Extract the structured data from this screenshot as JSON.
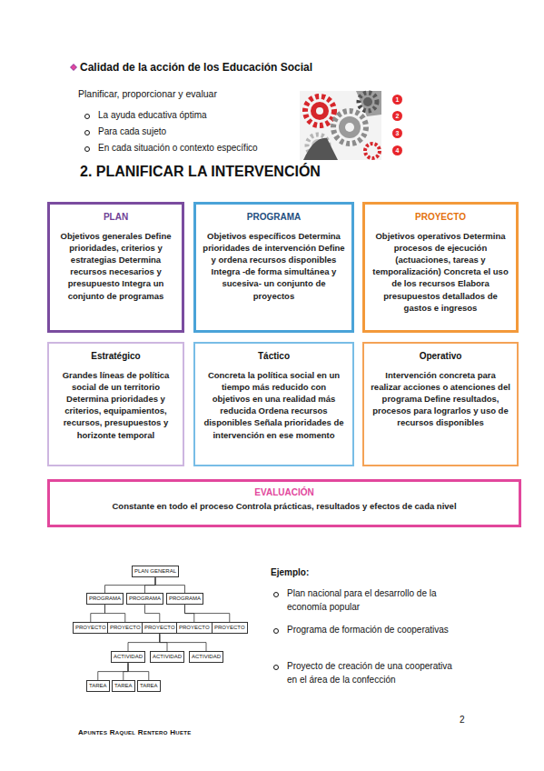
{
  "diagram": {
    "title": "2. PLANIFICAR LA INTERVENCIÓN",
    "nodes": [
      {
        "text": [
          "PLAN",
          "Objetivos generales Define prioridades, criterios y estrategias Determina recursos necesarios y presupuesto Integra un conjunto de programas"
        ]
      },
      {
        "text": [
          "PROGRAMA",
          "Objetivos específicos Determina prioridades de intervención Define y ordena recursos disponibles Integra -de forma simultánea y sucesiva- un conjunto de proyectos"
        ]
      },
      {
        "text": [
          "PROYECTO",
          "Objetivos operativos Determina procesos de ejecución (actuaciones, tareas y temporalización) Concreta el uso de los recursos Elabora presupuestos detallados de gastos e ingresos"
        ]
      },
      {
        "text": [
          "Estratégico",
          "Grandes líneas de política social de un territorio Determina prioridades y criterios, equipamientos, recursos, presupuestos y horizonte temporal"
        ]
      },
      {
        "text": [
          "Táctico",
          "Concreta la política social en un tiempo más reducido con objetivos en una realidad más reducida Ordena recursos disponibles Señala prioridades de intervención en ese momento"
        ]
      },
      {
        "text": [
          "Operativo",
          "Intervención concreta para realizar acciones o atenciones del programa Define resultados, procesos para lograrlos y uso de recursos disponibles"
        ]
      },
      {
        "text": [
          "EVALUACIÓN",
          "Constante en todo el proceso Controla prácticas, resultados y efectos de cada nivel"
        ]
      },
      {
        "text": [
          "PLAN GENERAL"
        ]
      },
      {
        "text": [
          "PROGRAMA"
        ]
      },
      {
        "text": [
          "PROGRAMA"
        ]
      },
      {
        "text": [
          "PROGRAMA"
        ]
      },
      {
        "text": [
          "PROYECTO"
        ]
      },
      {
        "text": [
          "PROYECTO"
        ]
      },
      {
        "text": [
          "PROYECTO"
        ]
      },
      {
        "text": [
          "PROYECTO"
        ]
      },
      {
        "text": [
          "PROYECTO"
        ]
      },
      {
        "text": [
          "ACTIVIDAD"
        ]
      },
      {
        "text": [
          "ACTIVIDAD"
        ]
      },
      {
        "text": [
          "ACTIVIDAD"
        ]
      },
      {
        "text": [
          "TAREA"
        ]
      },
      {
        "text": [
          "TAREA"
        ]
      },
      {
        "text": [
          "TAREA"
        ]
      }
    ],
    "edges": [
      {
        "from": 7,
        "to": 8,
        "arrow": "none"
      },
      {
        "from": 7,
        "to": 9,
        "arrow": "none"
      },
      {
        "from": 7,
        "to": 10,
        "arrow": "none"
      },
      {
        "from": 8,
        "to": 11,
        "arrow": "none"
      },
      {
        "from": 8,
        "to": 12,
        "arrow": "none"
      },
      {
        "from": 9,
        "to": 13,
        "arrow": "none"
      },
      {
        "from": 10,
        "to": 14,
        "arrow": "none"
      },
      {
        "from": 10,
        "to": 15,
        "arrow": "none"
      },
      {
        "from": 13,
        "to": 16,
        "arrow": "none"
      },
      {
        "from": 13,
        "to": 17,
        "arrow": "none"
      },
      {
        "from": 13,
        "to": 18,
        "arrow": "none"
      },
      {
        "from": 16,
        "to": 19,
        "arrow": "none"
      },
      {
        "from": 16,
        "to": 20,
        "arrow": "none"
      },
      {
        "from": 16,
        "to": 21,
        "arrow": "none"
      }
    ],
    "labels": [
      "Calidad de la acción de los Educación Social",
      "Planificar, proporcionar y evaluar",
      "La ayuda educativa óptima",
      "Para cada sujeto",
      "En cada situación o contexto específico",
      "1",
      "2",
      "3",
      "4",
      "Ejemplo:",
      "Plan nacional para el desarrollo de la economía popular",
      "Programa de formación de cooperativas",
      "Proyecto de creación de una cooperativa en el área de la confección",
      "2",
      "Apuntes Raquel Rentero Huete"
    ]
  }
}
